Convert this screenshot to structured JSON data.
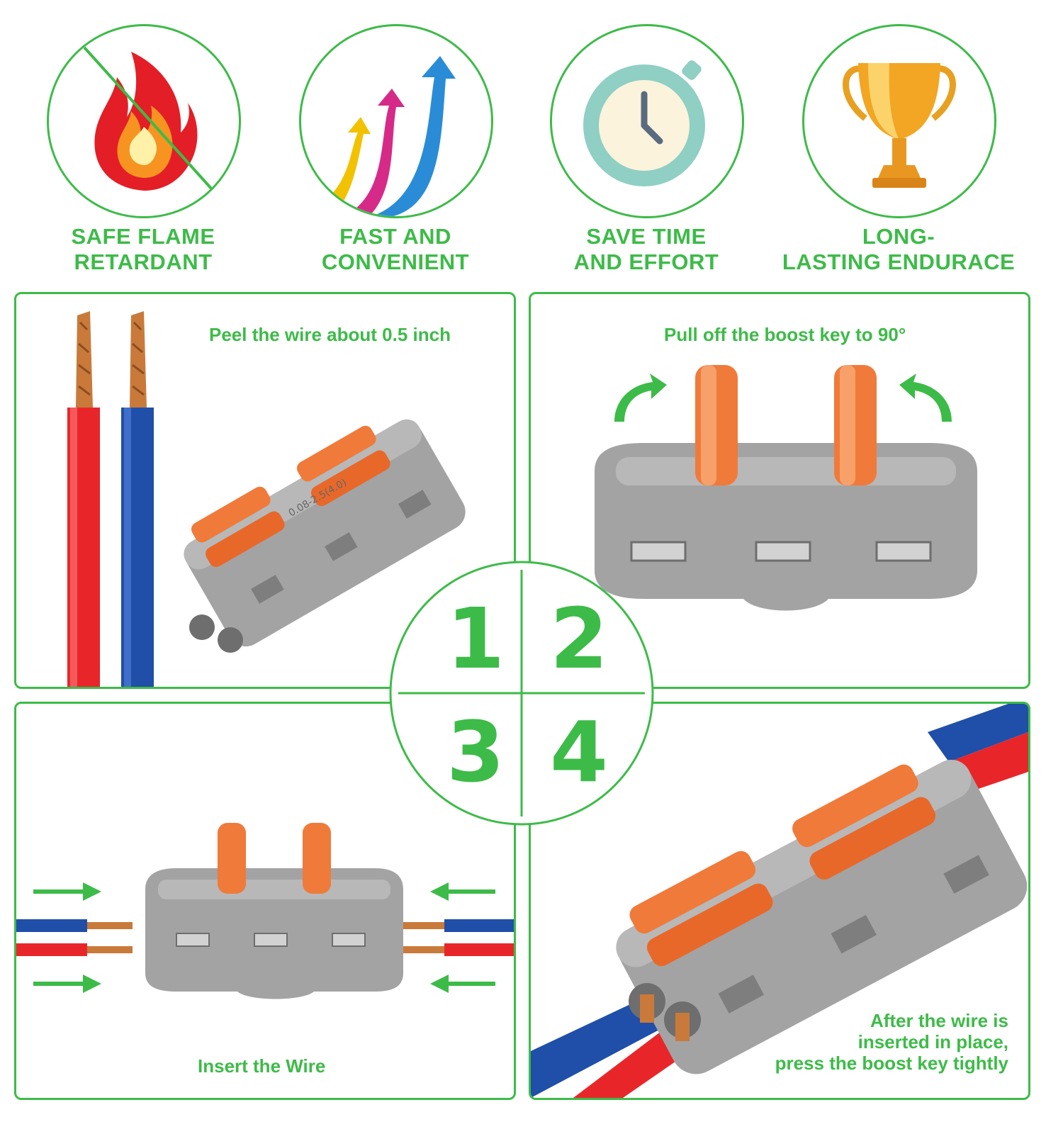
{
  "features": [
    {
      "icon": "no-flame-icon",
      "lines": [
        "SAFE FLAME",
        "RETARDANT"
      ]
    },
    {
      "icon": "rising-arrows-icon",
      "lines": [
        "FAST AND",
        "CONVENIENT"
      ]
    },
    {
      "icon": "stopwatch-icon",
      "lines": [
        "SAVE TIME",
        "AND EFFORT"
      ]
    },
    {
      "icon": "trophy-icon",
      "lines": [
        "LONG-",
        "LASTING ENDURACE"
      ]
    }
  ],
  "steps": {
    "step1": {
      "number": "1",
      "caption": "Peel the wire about 0.5 inch"
    },
    "step2": {
      "number": "2",
      "caption": "Pull off the boost key to 90°"
    },
    "step3": {
      "number": "3",
      "caption": "Insert the Wire"
    },
    "step4": {
      "number": "4",
      "caption_lines": [
        "After the wire is",
        "inserted in place,",
        "press the boost key tightly"
      ]
    }
  },
  "connector_marking": "0.08-2.5(4.0)",
  "colors": {
    "accent_green": "#3dbb48",
    "connector_grey": "#9c9c9c",
    "lever_orange": "#f07a3a",
    "wire_red": "#e8262a",
    "wire_blue": "#1f4fa8",
    "copper": "#c97a3a"
  }
}
